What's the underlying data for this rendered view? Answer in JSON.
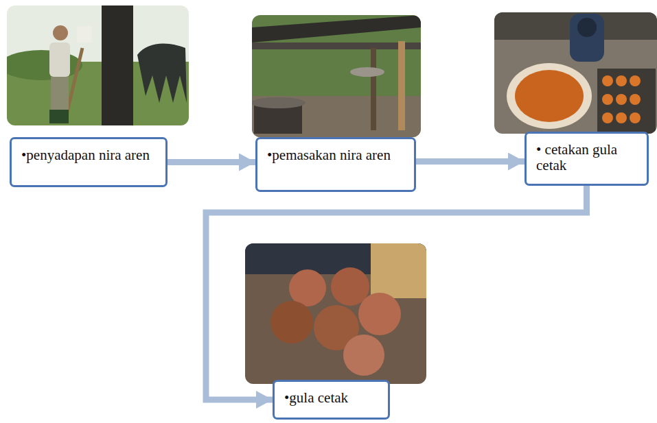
{
  "diagram": {
    "nodes": [
      {
        "text": [
          "•penyadapan nira aren"
        ]
      },
      {
        "text": [
          "•pemasakan nira aren"
        ]
      },
      {
        "text": [
          "• cetakan gula cetak"
        ]
      },
      {
        "text": [
          "•gula cetak"
        ]
      }
    ],
    "edges": [
      {
        "from": 0,
        "to": 1,
        "arrow": "to"
      },
      {
        "from": 1,
        "to": 2,
        "arrow": "to"
      },
      {
        "from": 2,
        "to": 3,
        "arrow": "to"
      }
    ]
  }
}
